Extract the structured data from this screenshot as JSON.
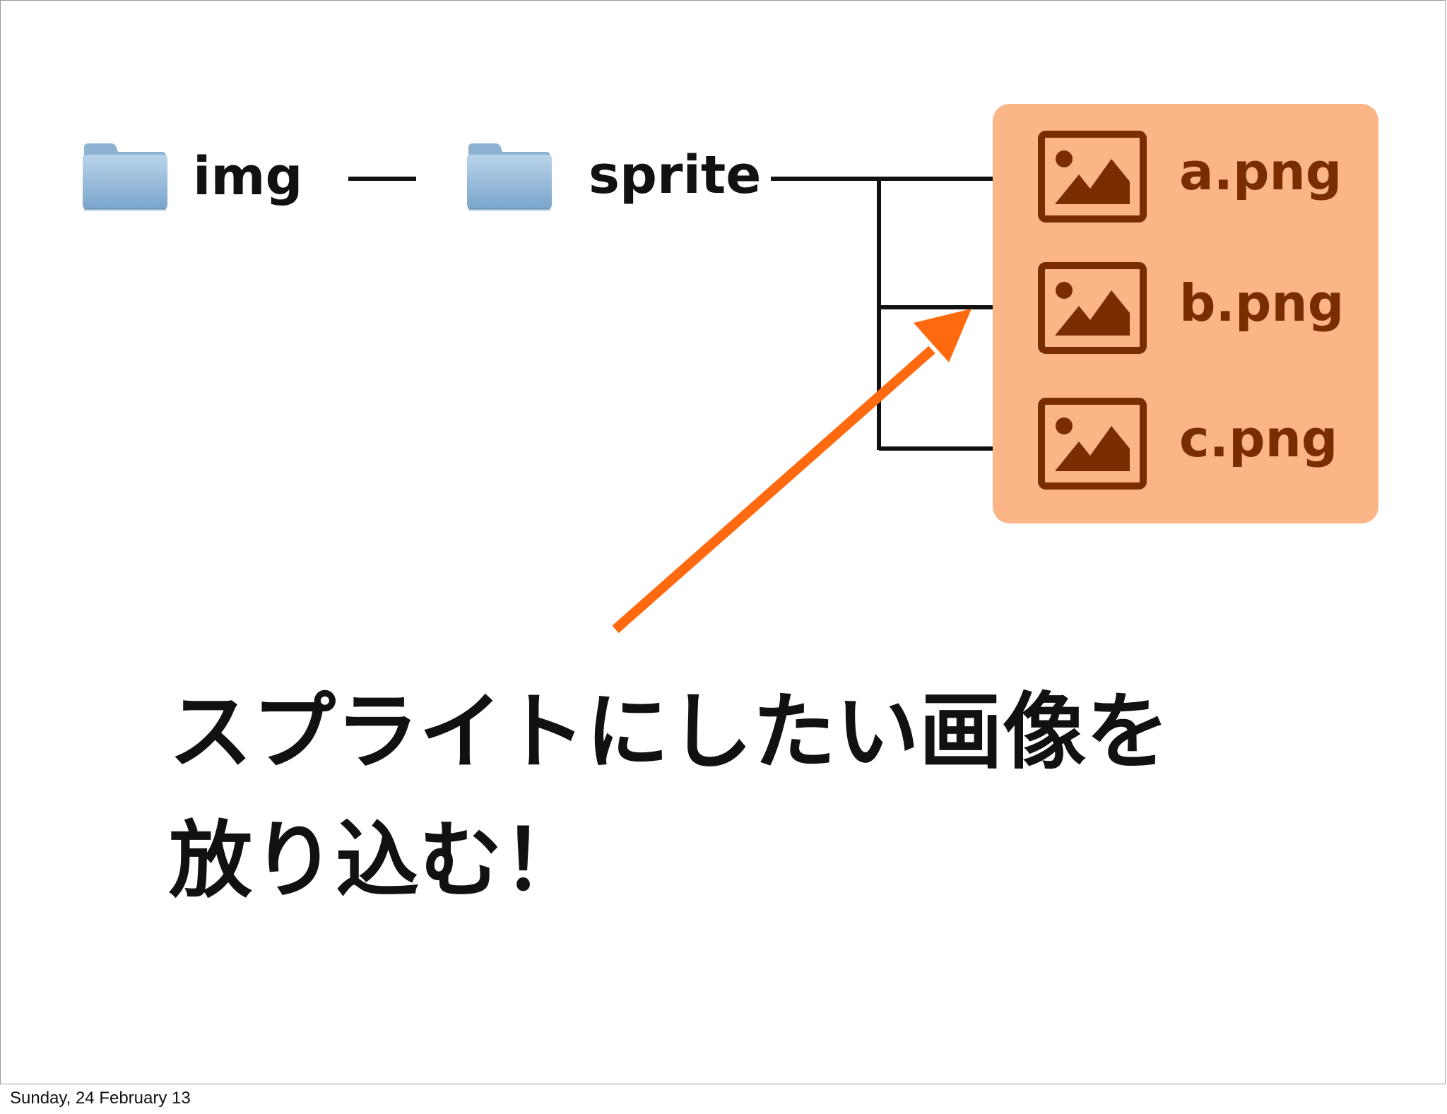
{
  "tree": {
    "root_folder": {
      "label": "img",
      "icon": "folder-icon"
    },
    "child_folder": {
      "label": "sprite",
      "icon": "folder-icon"
    }
  },
  "files": [
    {
      "name": "a.png",
      "icon": "image-icon"
    },
    {
      "name": "b.png",
      "icon": "image-icon"
    },
    {
      "name": "c.png",
      "icon": "image-icon"
    }
  ],
  "message": {
    "line1": "スプライトにしたい画像を",
    "line2": "放り込む！"
  },
  "footer": {
    "date": "Sunday, 24 February 13"
  },
  "colors": {
    "panel": "#fcb586",
    "file_text": "#7a2d00",
    "arrow": "#ff6a10",
    "folder": "#8fb6d6"
  }
}
